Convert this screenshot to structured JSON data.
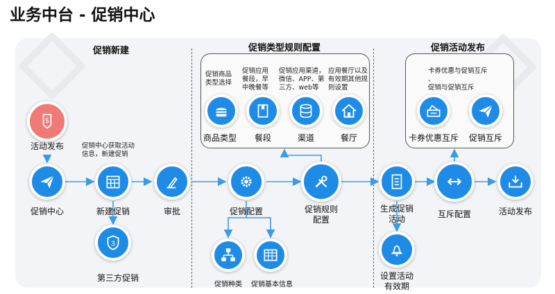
{
  "title": "业务中台 - 促销中心",
  "sections": {
    "create": "促销新建",
    "rules": "促销类型规则配置",
    "publish": "促销活动发布"
  },
  "nodes": {
    "activity_publish_red": "活动发布",
    "promo_center": "促销中心",
    "new_promo": "新建促销",
    "new_promo_note": [
      "促销中心获取活动",
      "信息，新建促销"
    ],
    "third_party": "第三方促销",
    "approval": "审批",
    "promo_config": "促销配置",
    "promo_rule_config": [
      "促销规则",
      "配置"
    ],
    "promo_type": "促销种类",
    "promo_basic": "促销基本信息",
    "generate_promo": [
      "生成促销",
      "活动"
    ],
    "set_validity": [
      "设置活动",
      "有效期"
    ],
    "mutex_config": "互斥配置",
    "activity_publish": "活动发布"
  },
  "rule_box": {
    "notes": [
      [
        "促销商品",
        "类型选择"
      ],
      [
        "促销应用",
        "餐段，早",
        "中晚餐等"
      ],
      [
        "促销应用渠道，",
        "微信、APP、第",
        "三方、web等"
      ],
      [
        "应用餐厅以及",
        "有效期其他规",
        "则设置"
      ]
    ],
    "items": [
      "商品类型",
      "餐段",
      "渠道",
      "餐厅"
    ]
  },
  "mutex_box": {
    "note": [
      "卡券优惠与促销互斥",
      "、",
      "促销与促销互斥"
    ],
    "items": [
      "卡券优惠互斥",
      "促销互斥"
    ]
  },
  "colors": {
    "primary": "#1e8ce6",
    "accent_red": "#f07a76",
    "line": "#3a9be8"
  },
  "icons": {
    "activity_publish_red": "dollar-tag-icon",
    "promo_center": "paper-plane-icon",
    "new_promo": "calendar-grid-icon",
    "third_party": "shield-number-icon",
    "approval": "stamp-hand-icon",
    "promo_config": "gear-icon",
    "promo_rule_config": "wrench-screwdriver-icon",
    "promo_type": "flowchart-icon",
    "promo_basic": "table-grid-icon",
    "generate_promo": "checklist-icon",
    "set_validity": "bell-icon",
    "mutex_config": "double-arrow-icon",
    "activity_publish": "inbox-tray-icon",
    "rule_item_0": "burger-icon",
    "rule_item_1": "bookmark-card-icon",
    "rule_item_2": "database-icon",
    "rule_item_3": "house-icon",
    "mutex_item_0": "ticket-stack-icon",
    "mutex_item_1": "paper-plane-icon"
  }
}
